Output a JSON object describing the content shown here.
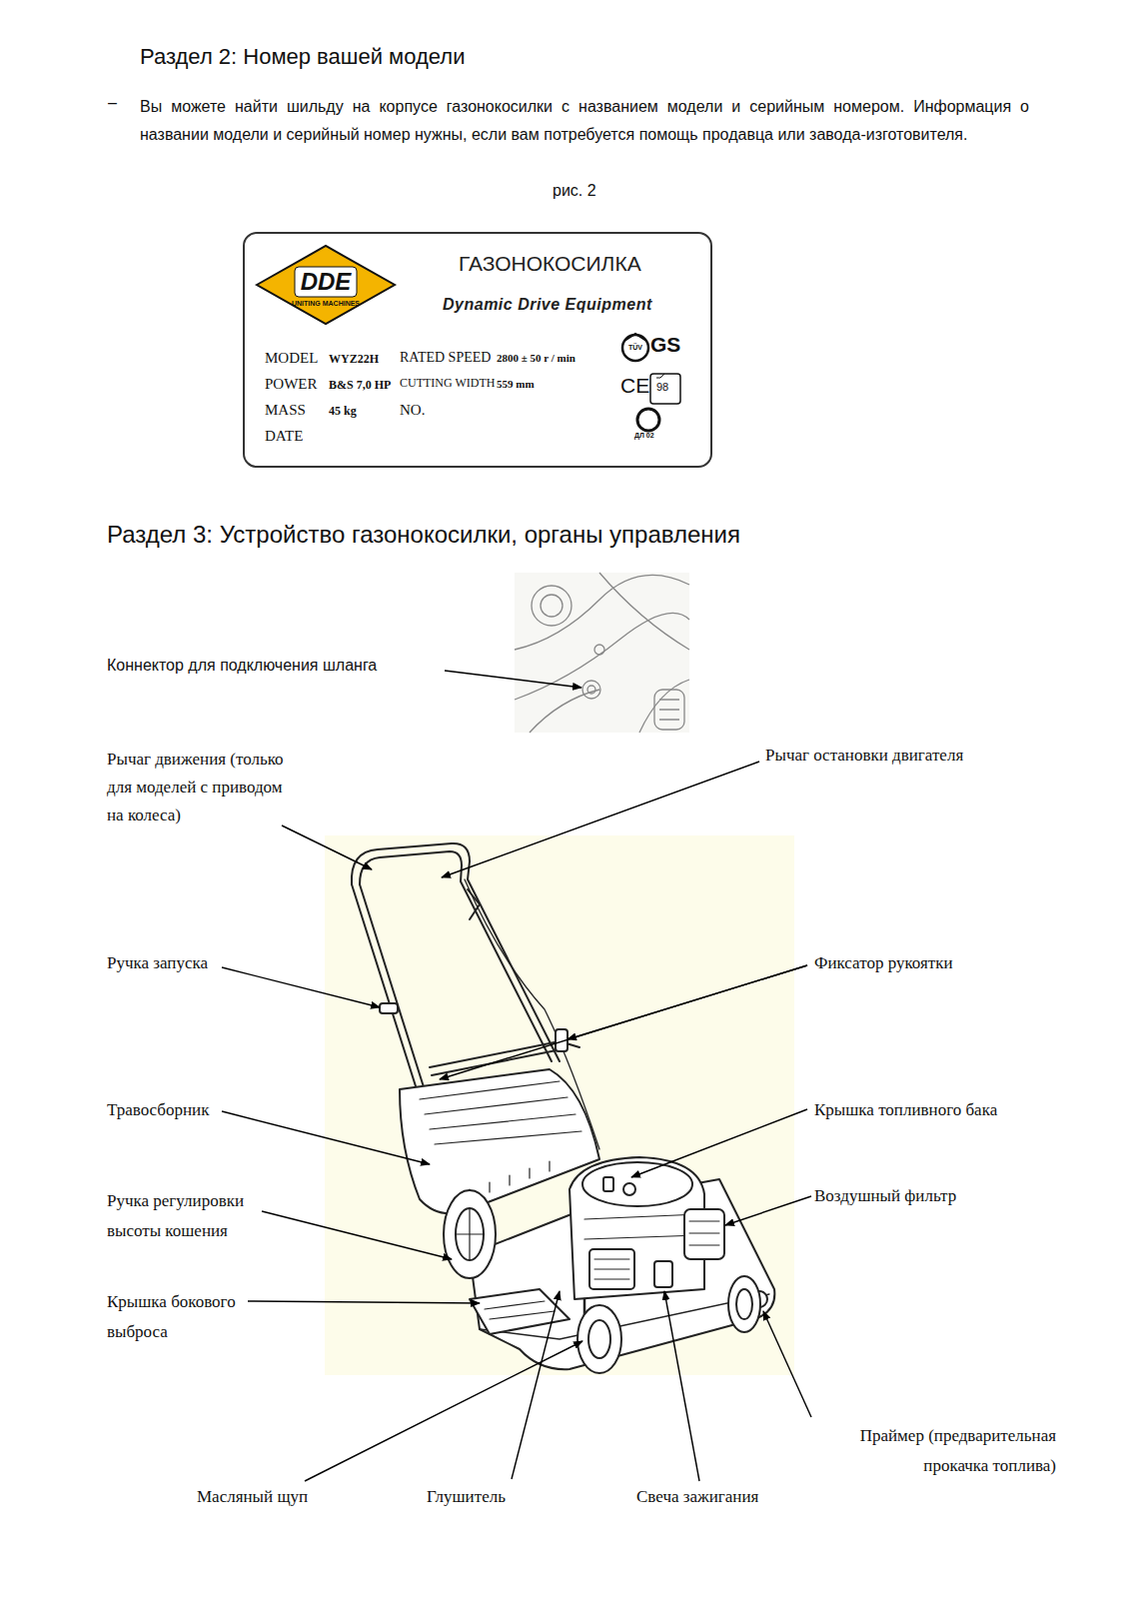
{
  "diagram": {
    "title": "Раздел 2:  Номер вашей модели",
    "nodes": [
      {
        "text": [
          "ГАЗОНОКОСИЛКА",
          "Dynamic Drive Equipment",
          "MODEL",
          "WYZ22H",
          "POWER",
          "B&S 7,0 HP",
          "MASS",
          "45 kg",
          "DATE",
          "RATED SPEED",
          "2800 ± 50 r / min",
          "CUTTING WIDTH",
          "559 mm",
          "NO.",
          "TÜV",
          "GS",
          "CE",
          "98",
          "ДЛ 02"
        ]
      },
      {
        "text": [
          "DDE",
          "UNITING MACHINES"
        ],
        "in": 0
      }
    ],
    "labels": [
      "–",
      "Вы можете найти шильду на корпусе газонокосилки с названием модели и серийным номером. Информация о названии модели и серийный номер нужны, если вам потребуется помощь продавца или завода-изготовителя.",
      "рис. 2",
      "Раздел 3:  Устройство газонокосилки, органы управления",
      "Коннектор для подключения шланга",
      "Рычаг движения (только для моделей с приводом на колеса)",
      "Рычаг остановки двигателя",
      "Ручка запуска",
      "Фиксатор рукоятки",
      "Травосборник",
      "Крышка топливного бака",
      "Ручка регулировки высоты кошения",
      "Воздушный фильтр",
      "Крышка бокового выброса",
      "Праймер (предварительная прокачка топлива)",
      "Масляный щуп",
      "Глушитель",
      "Свеча зажигания"
    ]
  }
}
